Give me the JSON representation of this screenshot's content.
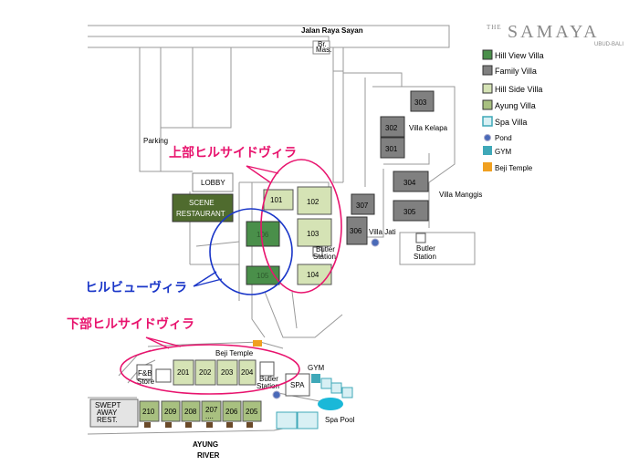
{
  "brand": {
    "the": "THE",
    "name": "SAMAYA",
    "sub": "UBUD-BALI"
  },
  "road": "Jalan Raya Sayan",
  "small_label": [
    "Br.",
    "Mas."
  ],
  "places": {
    "parking": "Parking",
    "lobby": "LOBBY",
    "scene1": "SCENE",
    "scene2": "RESTAURANT",
    "villa_kelapa": "Villa Kelapa",
    "villa_manggis": "Villa Manggis",
    "villa_jati": "Villa Jati",
    "butler": "Butler",
    "station": "Station",
    "beji_temple": "Beji Temple",
    "fb1": "F&B",
    "fb2": "Store",
    "spa": "SPA",
    "gym": "GYM",
    "spa_pool": "Spa Pool",
    "swept1": "SWEPT",
    "swept2": "AWAY",
    "swept3": "REST.",
    "river1": "AYUNG",
    "river2": "RIVER"
  },
  "villas": {
    "v101": "101",
    "v102": "102",
    "v103": "103",
    "v104": "104",
    "v105": "105",
    "v106": "106",
    "v201": "201",
    "v202": "202",
    "v203": "203",
    "v204": "204",
    "v205": "205",
    "v206": "206",
    "v207": "207",
    "v207b": "....",
    "v208": "208",
    "v209": "209",
    "v210": "210",
    "v301": "301",
    "v302": "302",
    "v303": "303",
    "v304": "304",
    "v305": "305",
    "v306": "306",
    "v307": "307"
  },
  "annotations": {
    "upper": "上部ヒルサイドヴィラ",
    "hillview": "ヒルビューヴィラ",
    "lower": "下部ヒルサイドヴィラ"
  },
  "legend": [
    {
      "label": "Hill View Villa",
      "icon": "green-square"
    },
    {
      "label": "Family Villa",
      "icon": "gray-square"
    },
    {
      "label": "Hill Side Villa",
      "icon": "light-green-square"
    },
    {
      "label": "Ayung Villa",
      "icon": "olive-square"
    },
    {
      "label": "Spa Villa",
      "icon": "cyan-outline-square"
    },
    {
      "label": "Pond",
      "icon": "blue-dot"
    },
    {
      "label": "GYM",
      "icon": "teal-square"
    },
    {
      "label": "Beji Temple",
      "icon": "orange-square"
    }
  ],
  "colors": {
    "hill_view": "#4a8f4a",
    "family": "#808080",
    "hill_side": "#d5e3b5",
    "ayung": "#a8c080",
    "spa": "#d8f0f4",
    "gym": "#3fa8b8",
    "temple": "#f0a020",
    "scene": "#4f6b2e",
    "pink": "#e8146e",
    "blue": "#1a36c8"
  }
}
